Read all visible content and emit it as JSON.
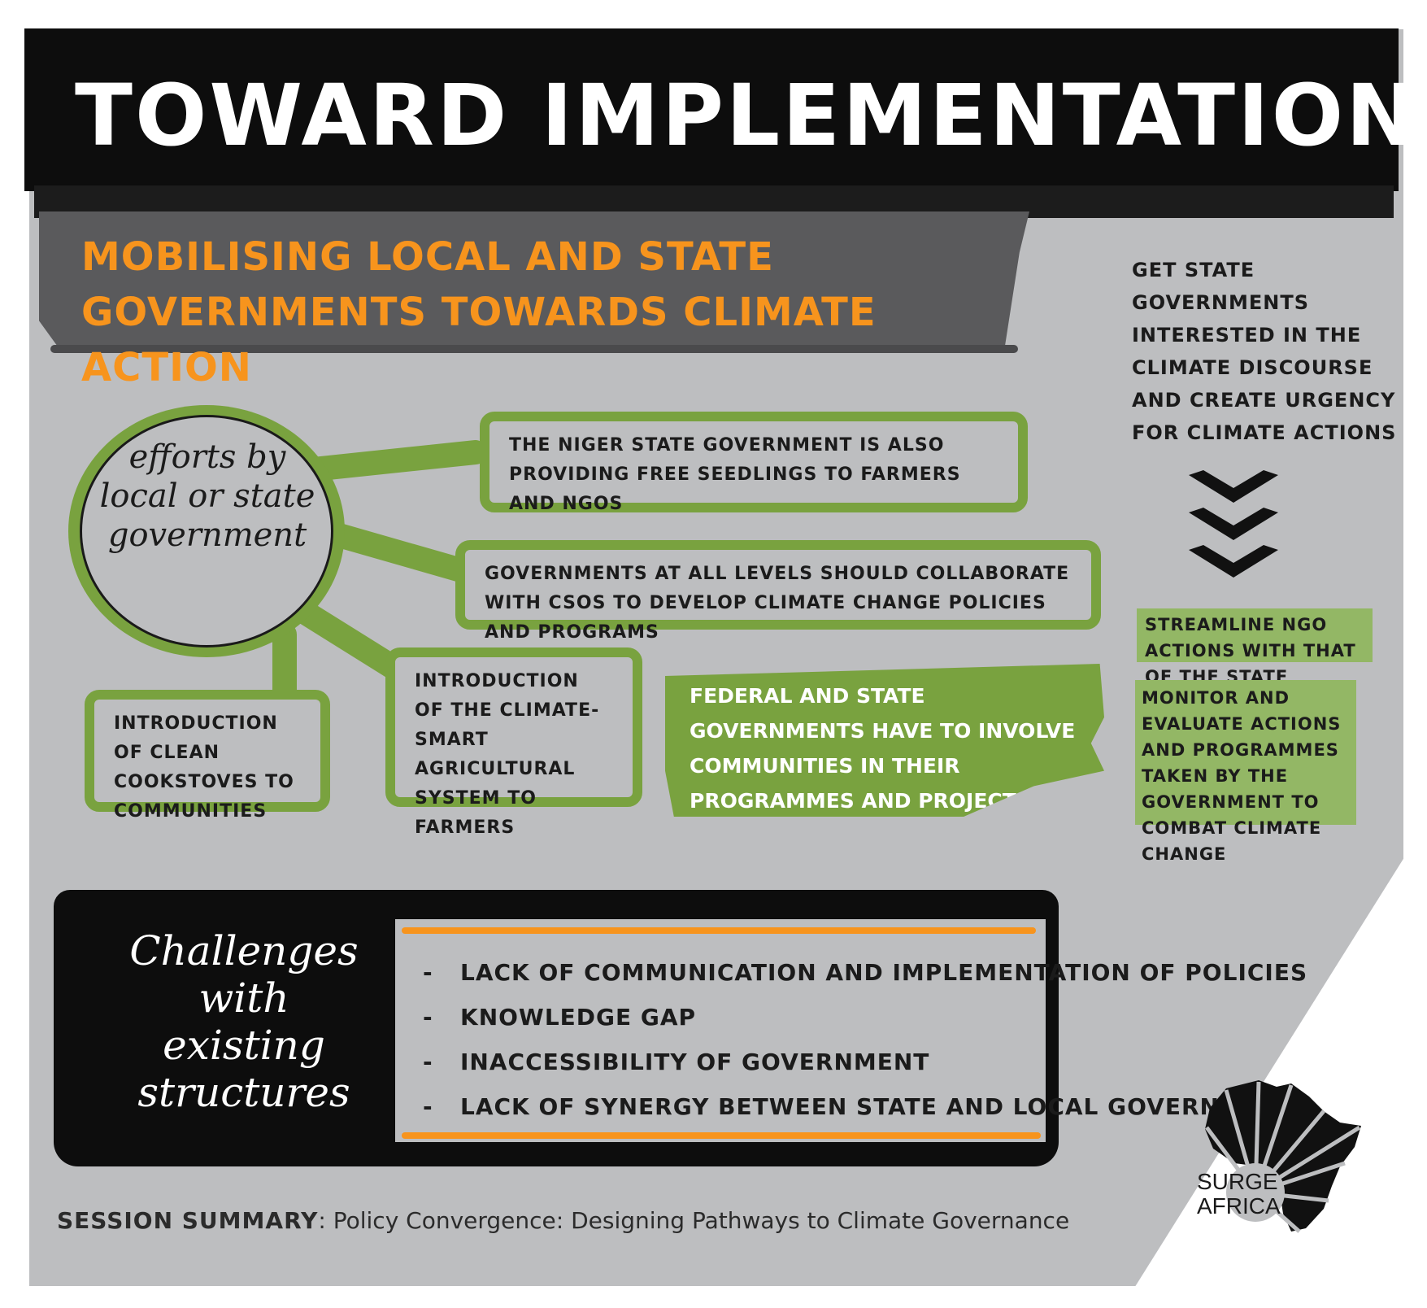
{
  "title": "TOWARD IMPLEMENTATION",
  "subtitle": "MOBILISING LOCAL AND STATE GOVERNMENTS TOWARDS CLIMATE ACTION",
  "right_note": "GET STATE GOVERNMENTS INTERESTED IN THE CLIMATE DISCOURSE AND CREATE URGENCY FOR CLIMATE ACTIONS",
  "chevron_icon": "chevron-down-icon",
  "actions": {
    "streamline": "STREAMLINE NGO ACTIONS WITH THAT OF THE STATE",
    "monitor": "MONITOR AND EVALUATE ACTIONS AND PROGRAMMES TAKEN BY THE GOVERNMENT TO COMBAT CLIMATE  CHANGE"
  },
  "hub": {
    "label": "efforts by local or state government"
  },
  "efforts": {
    "niger": "THE NIGER STATE GOVERNMENT IS ALSO PROVIDING FREE SEEDLINGS TO FARMERS AND NGOS",
    "collaborate": "GOVERNMENTS AT ALL LEVELS SHOULD COLLABORATE WITH CSOs TO DEVELOP CLIMATE CHANGE POLICIES AND PROGRAMS",
    "cookstoves": "INTRODUCTION OF CLEAN COOKSTOVES TO COMMUNITIES",
    "climate_smart": "INTRODUCTION OF THE CLIMATE-SMART AGRICULTURAL SYSTEM TO FARMERS",
    "federal": "FEDERAL AND STATE GOVERNMENTS HAVE TO INVOLVE COMMUNITIES IN THEIR PROGRAMMES AND PROJECTS THAT SEEK TO ADDRESS CLIMATE CHANGE"
  },
  "challenges": {
    "title": "Challenges with existing structures",
    "items": [
      "LACK OF COMMUNICATION AND IMPLEMENTATION OF POLICIES",
      "KNOWLEDGE GAP",
      "INACCESSIBILITY OF GOVERNMENT",
      "LACK OF SYNERGY BETWEEN STATE AND LOCAL GOVERNMENT"
    ],
    "bullet": "-"
  },
  "footer": {
    "label": "SESSION SUMMARY",
    "separator": ": ",
    "text": "Policy Convergence: Designing Pathways to Climate Governance"
  },
  "logo": {
    "line1": "SURGE",
    "line2": "AFRICA",
    "icon": "africa-map-icon"
  },
  "colors": {
    "orange": "#f7941d",
    "green": "#79a23f",
    "light_green": "#93b765",
    "grey_panel": "#bdbec0",
    "dark_band": "#5a5a5c",
    "black": "#0d0d0d"
  }
}
